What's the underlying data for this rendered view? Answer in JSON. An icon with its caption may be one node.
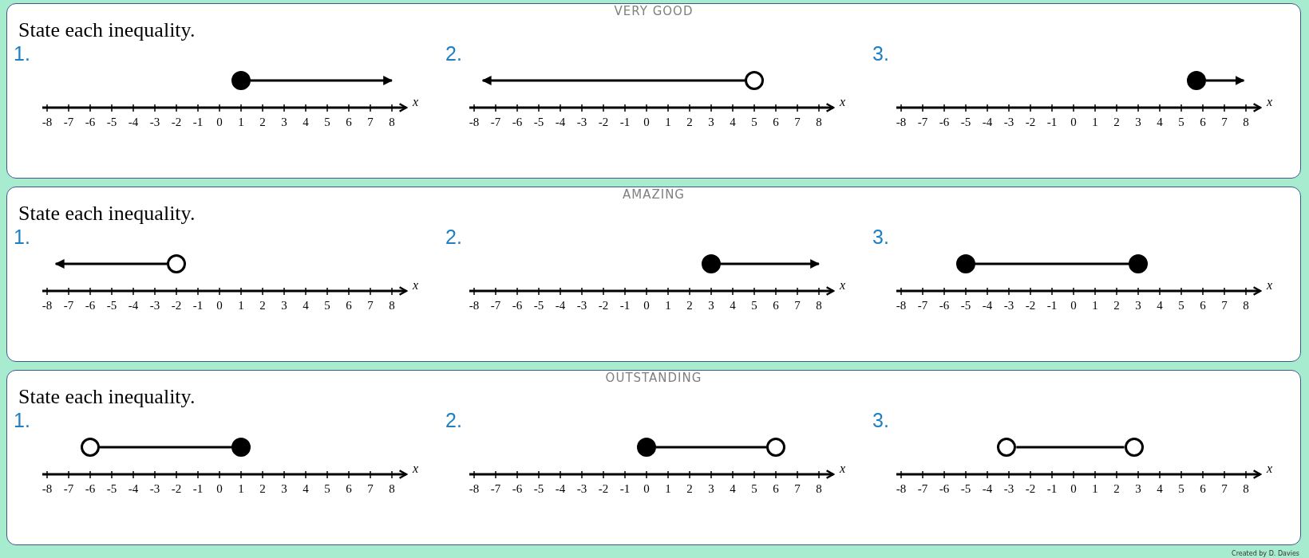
{
  "diagram": {
    "nodes": [
      {
        "text": [
          "VERY GOOD",
          "State each inequality."
        ]
      },
      {
        "text": [],
        "shape": "dot",
        "in": 0
      },
      {
        "text": [],
        "shape": "circle",
        "in": 0
      },
      {
        "text": [],
        "shape": "dot",
        "in": 0
      },
      {
        "text": [
          "AMAZING",
          "State each inequality."
        ]
      },
      {
        "text": [],
        "shape": "circle",
        "in": 4
      },
      {
        "text": [],
        "shape": "dot",
        "in": 4
      },
      {
        "text": [],
        "shape": "dot",
        "in": 4
      },
      {
        "text": [],
        "shape": "dot",
        "in": 4
      },
      {
        "text": [
          "OUTSTANDING",
          "State each inequality."
        ]
      },
      {
        "text": [],
        "shape": "circle",
        "in": 9
      },
      {
        "text": [],
        "shape": "dot",
        "in": 9
      },
      {
        "text": [],
        "shape": "dot",
        "in": 9
      },
      {
        "text": [],
        "shape": "circle",
        "in": 9
      },
      {
        "text": [],
        "shape": "circle",
        "in": 9
      },
      {
        "text": [],
        "shape": "circle",
        "in": 9
      }
    ],
    "edges": [
      {
        "from": 1,
        "to": null,
        "arrow": "to"
      },
      {
        "from": 2,
        "to": null,
        "arrow": "to"
      },
      {
        "from": 3,
        "to": null,
        "arrow": "to"
      },
      {
        "from": 5,
        "to": null,
        "arrow": "to"
      },
      {
        "from": 6,
        "to": null,
        "arrow": "to"
      },
      {
        "from": 7,
        "to": 8,
        "arrow": "none"
      },
      {
        "from": 10,
        "to": 11,
        "arrow": "none"
      },
      {
        "from": 12,
        "to": 13,
        "arrow": "none"
      },
      {
        "from": 14,
        "to": 15,
        "arrow": "none"
      }
    ],
    "labels": [
      "1.",
      "x",
      "-8",
      "-7",
      "-6",
      "-5",
      "-4",
      "-3",
      "-2",
      "-1",
      "0",
      "1",
      "2",
      "3",
      "4",
      "5",
      "6",
      "7",
      "8",
      "2.",
      "x",
      "-8",
      "-7",
      "-6",
      "-5",
      "-4",
      "-3",
      "-2",
      "-1",
      "0",
      "1",
      "2",
      "3",
      "4",
      "5",
      "6",
      "7",
      "8",
      "3.",
      "x",
      "-8",
      "-7",
      "-6",
      "-5",
      "-4",
      "-3",
      "-2",
      "-1",
      "0",
      "1",
      "2",
      "3",
      "4",
      "5",
      "6",
      "7",
      "8",
      "1.",
      "x",
      "-8",
      "-7",
      "-6",
      "-5",
      "-4",
      "-3",
      "-2",
      "-1",
      "0",
      "1",
      "2",
      "3",
      "4",
      "5",
      "6",
      "7",
      "8",
      "2.",
      "x",
      "-8",
      "-7",
      "-6",
      "-5",
      "-4",
      "-3",
      "-2",
      "-1",
      "0",
      "1",
      "2",
      "3",
      "4",
      "5",
      "6",
      "7",
      "8",
      "3.",
      "x",
      "-8",
      "-7",
      "-6",
      "-5",
      "-4",
      "-3",
      "-2",
      "-1",
      "0",
      "1",
      "2",
      "3",
      "4",
      "5",
      "6",
      "7",
      "8",
      "1.",
      "x",
      "-8",
      "-7",
      "-6",
      "-5",
      "-4",
      "-3",
      "-2",
      "-1",
      "0",
      "1",
      "2",
      "3",
      "4",
      "5",
      "6",
      "7",
      "8",
      "2.",
      "x",
      "-8",
      "-7",
      "-6",
      "-5",
      "-4",
      "-3",
      "-2",
      "-1",
      "0",
      "1",
      "2",
      "3",
      "4",
      "5",
      "6",
      "7",
      "8",
      "3.",
      "x",
      "-8",
      "-7",
      "-6",
      "-5",
      "-4",
      "-3",
      "-2",
      "-1",
      "0",
      "1",
      "2",
      "3",
      "4",
      "5",
      "6",
      "7",
      "8",
      "Created by D. Davies"
    ]
  }
}
